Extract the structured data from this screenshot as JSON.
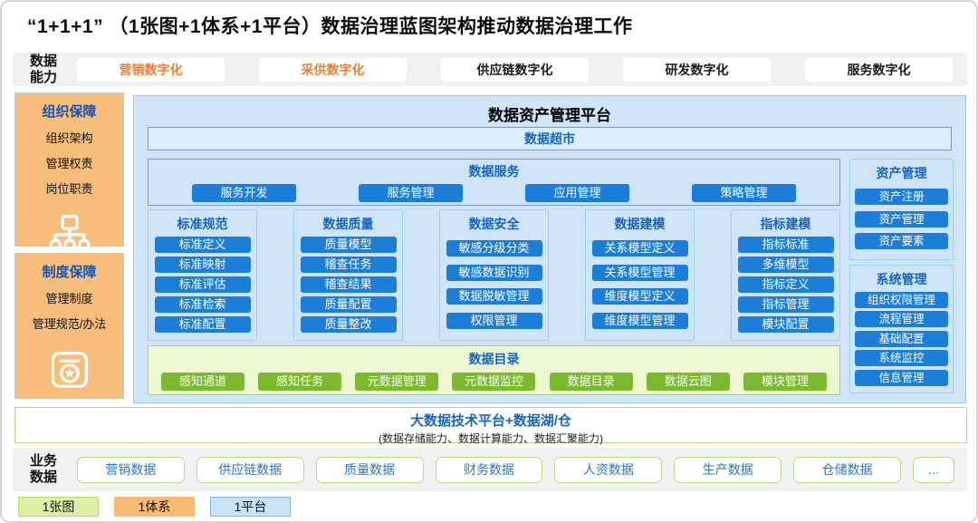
{
  "page": {
    "title": "“1+1+1” （1张图+1体系+1平台）数据治理蓝图架构推动数据治理工作"
  },
  "capability_row": {
    "label": "数据能力",
    "items": [
      {
        "label": "营销数字化",
        "highlight": true
      },
      {
        "label": "采供数字化",
        "highlight": true
      },
      {
        "label": "供应链数字化",
        "highlight": false
      },
      {
        "label": "研发数字化",
        "highlight": false
      },
      {
        "label": "服务数字化",
        "highlight": false
      }
    ]
  },
  "left_panels": [
    {
      "title": "组织保障",
      "items": [
        "组织架构",
        "管理权责",
        "岗位职责"
      ],
      "icon": "org-chart-icon"
    },
    {
      "title": "制度保障",
      "items": [
        "管理制度",
        "管理规范/办法"
      ],
      "icon": "certificate-icon"
    }
  ],
  "platform": {
    "title": "数据资产管理平台",
    "data_market": "数据超市",
    "data_service": {
      "title": "数据服务",
      "items": [
        "服务开发",
        "服务管理",
        "应用管理",
        "策略管理"
      ]
    },
    "columns": [
      {
        "title": "标准规范",
        "items": [
          "标准定义",
          "标准映射",
          "标准评估",
          "标准检索",
          "标准配置"
        ]
      },
      {
        "title": "数据质量",
        "items": [
          "质量模型",
          "稽查任务",
          "稽查结果",
          "质量配置",
          "质量整改"
        ]
      },
      {
        "title": "数据安全",
        "items": [
          "敏感分级分类",
          "敏感数据识别",
          "数据脱敏管理",
          "权限管理"
        ]
      },
      {
        "title": "数据建模",
        "items": [
          "关系模型定义",
          "关系模型管理",
          "维度模型定义",
          "维度模型管理"
        ]
      },
      {
        "title": "指标建模",
        "items": [
          "指标标准",
          "多维模型",
          "指标定义",
          "指标管理",
          "模块配置"
        ]
      }
    ],
    "asset_management": {
      "title": "资产管理",
      "items": [
        "资产注册",
        "资产管理",
        "资产要素"
      ]
    },
    "system_management": {
      "title": "系统管理",
      "items": [
        "组织权限管理",
        "流程管理",
        "基础配置",
        "系统监控",
        "信息管理"
      ]
    },
    "data_catalog": {
      "title": "数据目录",
      "items": [
        "感知通道",
        "感知任务",
        "元数据管理",
        "元数据监控",
        "数据目录",
        "数据云图",
        "模块管理"
      ]
    }
  },
  "bigdata_platform": {
    "title": "大数据技术平台+数据湖/仓",
    "subtitle": "(数据存储能力、数据计算能力、数据汇聚能力)"
  },
  "business_row": {
    "label": "业务数据",
    "items": [
      "营销数据",
      "供应链数据",
      "质量数据",
      "财务数据",
      "人资数据",
      "生产数据",
      "仓储数据",
      "..."
    ]
  },
  "legend": [
    {
      "label": "1张图"
    },
    {
      "label": "1体系"
    },
    {
      "label": "1平台"
    }
  ],
  "colors": {
    "accent_blue": "#1b7ed9",
    "title_blue": "#1565c0",
    "platform_bg": "#cfe5f7",
    "orange_panel": "#f7bd7a",
    "orange_text": "#ed7d31",
    "green_button": "#7cb92e",
    "catalog_bg": "#ecf6cf",
    "legend_green": "#dcefa2",
    "legend_orange": "#f7bb71",
    "legend_blue": "#c9e4f8"
  }
}
